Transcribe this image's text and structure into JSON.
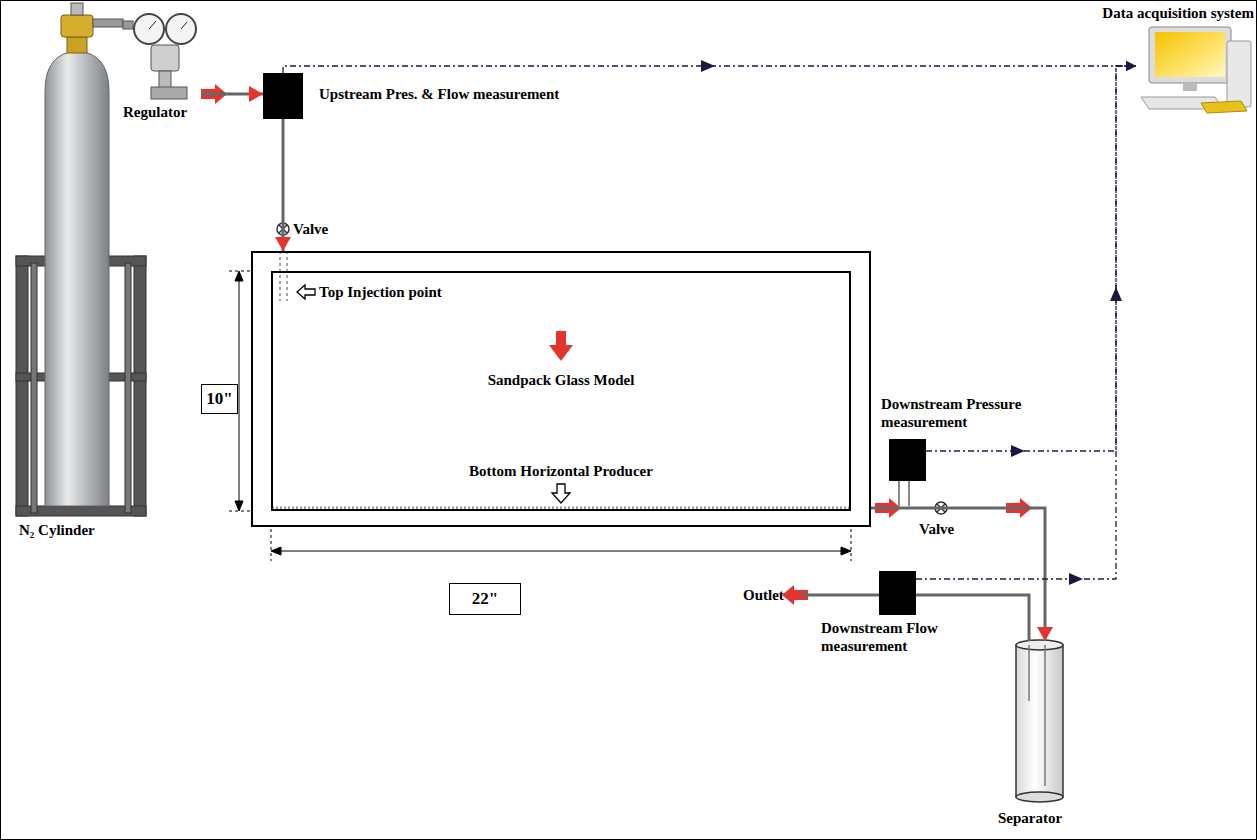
{
  "diagram": {
    "nodes": [
      {
        "text": [
          "N₂ Cylinder"
        ]
      },
      {
        "text": [
          "Regulator"
        ]
      },
      {
        "text": [
          "Upstream Pres. & Flow measurement"
        ]
      },
      {
        "text": [
          "Sandpack Glass Model"
        ]
      },
      {
        "text": [
          "Downstream Pressure measurement"
        ]
      },
      {
        "text": [
          "Separator"
        ]
      },
      {
        "text": [
          "Downstream Flow measurement"
        ]
      },
      {
        "text": [
          "Data acquisition system"
        ]
      }
    ],
    "edges": [
      {
        "from": 1,
        "to": 2,
        "arrow": "to"
      },
      {
        "from": 2,
        "to": 3,
        "arrow": "to"
      },
      {
        "from": 2,
        "to": 7,
        "arrow": "to"
      },
      {
        "from": 3,
        "to": 5,
        "arrow": "to"
      },
      {
        "from": 5,
        "to": 6,
        "arrow": "none"
      },
      {
        "from": 4,
        "to": 7,
        "arrow": "to"
      },
      {
        "from": 6,
        "to": 7,
        "arrow": "to"
      }
    ],
    "labels": [
      "Valve",
      "Top Injection point",
      "Bottom Horizontal Producer",
      "10\"",
      "22\"",
      "Valve",
      "Outlet"
    ]
  }
}
